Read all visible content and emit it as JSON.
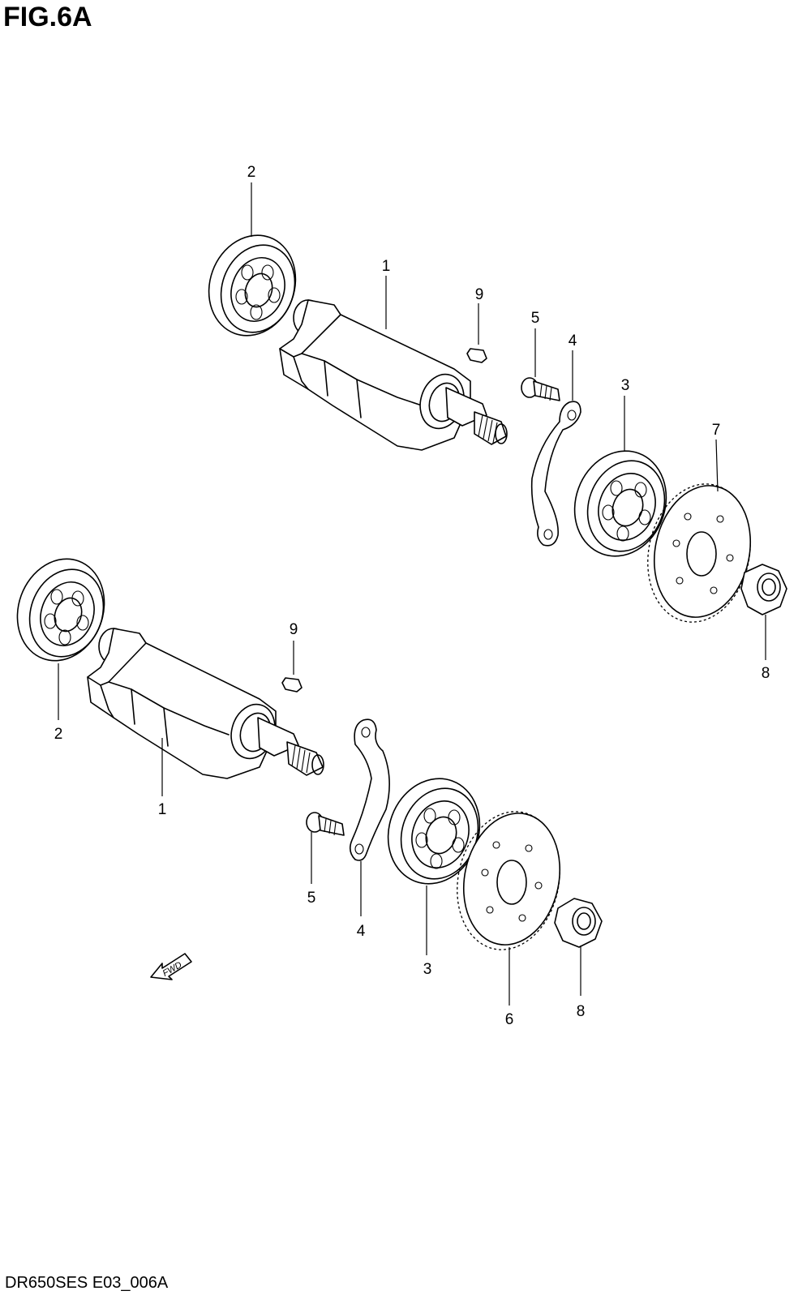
{
  "figure": {
    "title": "FIG.6A",
    "code": "DR650SES E03_006A"
  },
  "fwd_arrow": {
    "label": "FWD"
  },
  "callouts": {
    "upper": {
      "c2": "2",
      "c1": "1",
      "c9": "9",
      "c5": "5",
      "c4": "4",
      "c3": "3",
      "c7": "7",
      "c8": "8"
    },
    "lower": {
      "c9": "9",
      "c2": "2",
      "c1": "1",
      "c5": "5",
      "c4": "4",
      "c3": "3",
      "c6": "6",
      "c8": "8"
    }
  }
}
